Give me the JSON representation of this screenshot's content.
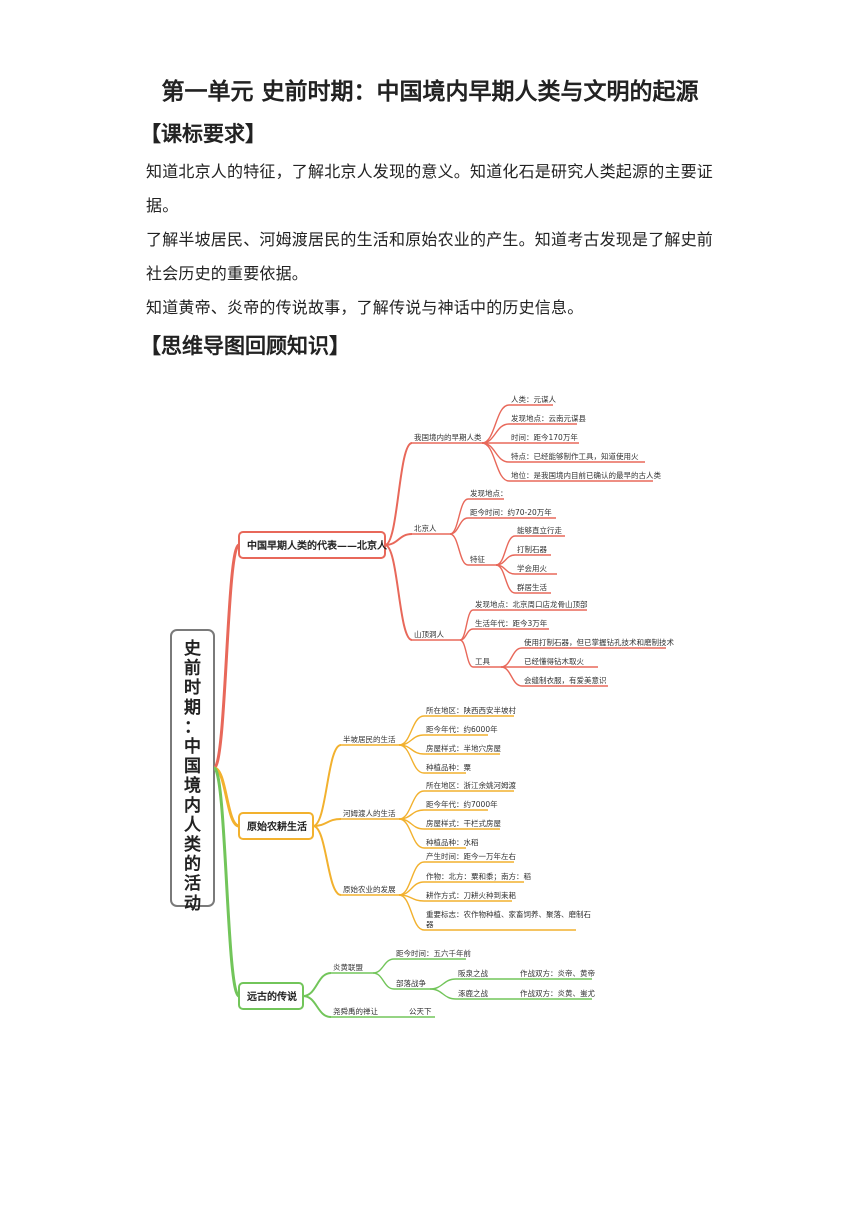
{
  "title": "第一单元 史前时期：中国境内早期人类与文明的起源",
  "section1": {
    "heading": "【课标要求】",
    "paragraphs": [
      "知道北京人的特征，了解北京人发现的意义。知道化石是研究人类起源的主要证据。",
      "了解半坡居民、河姆渡居民的生活和原始农业的产生。知道考古发现是了解史前社会历史的重要依据。",
      "知道黄帝、炎帝的传说故事，了解传说与神话中的历史信息。"
    ]
  },
  "section2": {
    "heading": "【思维导图回顾知识】"
  },
  "mindmap": {
    "root": "史前时期：中国境内人类的活动",
    "colors": {
      "red": "#e8685a",
      "orange": "#f2b12e",
      "green": "#72c55a",
      "box": "#7a7a7a"
    },
    "branches": [
      {
        "label": "中国早期人类的代表——北京人",
        "children": [
          {
            "label": "我国境内的早期人类",
            "children": [
              {
                "label": "人类：元谋人"
              },
              {
                "label": "发现地点：云南元谋县"
              },
              {
                "label": "时间：距今170万年"
              },
              {
                "label": "特点：已经能够制作工具，知道使用火"
              },
              {
                "label": "地位：是我国境内目前已确认的最早的古人类"
              }
            ]
          },
          {
            "label": "北京人",
            "children": [
              {
                "label": "发现地点："
              },
              {
                "label": "距今时间：约70-20万年"
              },
              {
                "label": "特征",
                "children": [
                  {
                    "label": "能够直立行走"
                  },
                  {
                    "label": "打制石器"
                  },
                  {
                    "label": "学会用火"
                  },
                  {
                    "label": "群居生活"
                  }
                ]
              }
            ]
          },
          {
            "label": "山顶洞人",
            "children": [
              {
                "label": "发现地点：北京周口店龙骨山顶部"
              },
              {
                "label": "生活年代：距今3万年"
              },
              {
                "label": "工具",
                "children": [
                  {
                    "label": "使用打制石器，但已掌握钻孔技术和磨制技术"
                  },
                  {
                    "label": "已经懂得钻木取火"
                  },
                  {
                    "label": "会缝制衣服，有爱美意识"
                  }
                ]
              }
            ]
          }
        ]
      },
      {
        "label": "原始农耕生活",
        "children": [
          {
            "label": "半坡居民的生活",
            "children": [
              {
                "label": "所在地区：陕西西安半坡村"
              },
              {
                "label": "距今年代：约6000年"
              },
              {
                "label": "房屋样式：半地穴房屋"
              },
              {
                "label": "种植品种：粟"
              }
            ]
          },
          {
            "label": "河姆渡人的生活",
            "children": [
              {
                "label": "所在地区：浙江余姚河姆渡"
              },
              {
                "label": "距今年代：约7000年"
              },
              {
                "label": "房屋样式：干栏式房屋"
              },
              {
                "label": "种植品种：水稻"
              }
            ]
          },
          {
            "label": "原始农业的发展",
            "children": [
              {
                "label": "产生时间：距今一万年左右"
              },
              {
                "label": "作物：北方：粟和黍；南方：稻"
              },
              {
                "label": "耕作方式：刀耕火种到耒耜"
              },
              {
                "label": "重要标志：农作物种植、家畜饲养、聚落、磨制石器"
              }
            ]
          }
        ]
      },
      {
        "label": "远古的传说",
        "children": [
          {
            "label": "炎黄联盟",
            "children": [
              {
                "label": "距今时间：五六千年前"
              },
              {
                "label": "部落战争",
                "children": [
                  {
                    "label": "阪泉之战",
                    "children": [
                      {
                        "label": "作战双方：炎帝、黄帝"
                      }
                    ]
                  },
                  {
                    "label": "涿鹿之战",
                    "children": [
                      {
                        "label": "作战双方：炎黄、蚩尤"
                      }
                    ]
                  }
                ]
              }
            ]
          },
          {
            "label": "尧舜禹的禅让",
            "children": [
              {
                "label": "公天下"
              }
            ]
          }
        ]
      }
    ]
  }
}
